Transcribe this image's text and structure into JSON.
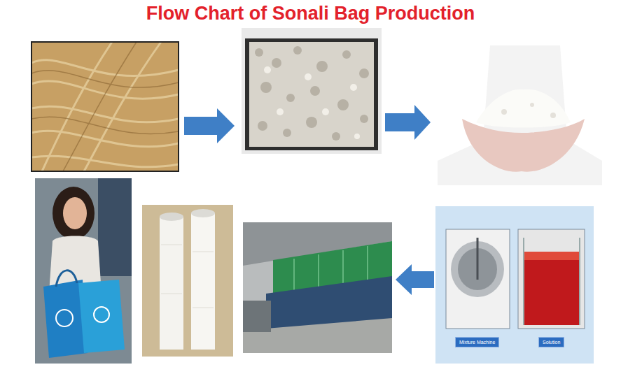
{
  "diagram": {
    "title": "Flow Chart of Sonali Bag Production",
    "nodes": [
      {
        "text": [
          "Mixture Machine"
        ]
      },
      {
        "text": [
          "Solution"
        ]
      }
    ]
  }
}
